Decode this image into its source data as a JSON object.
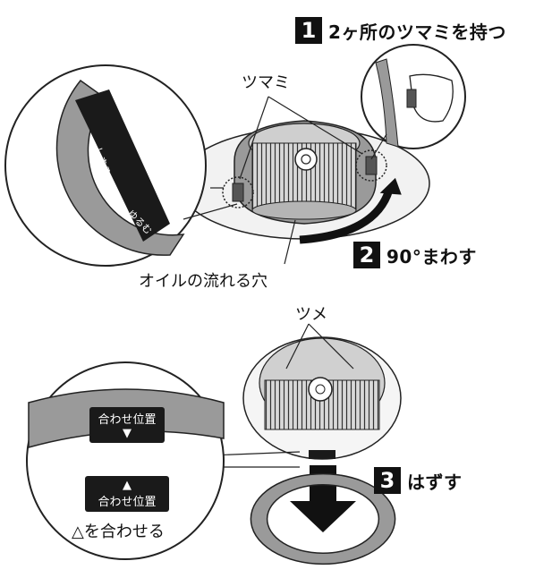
{
  "steps": [
    {
      "number": "1",
      "text": "2ヶ所のツマミを持つ"
    },
    {
      "number": "2",
      "text": "90°まわす"
    },
    {
      "number": "3",
      "text": "はずす"
    }
  ],
  "labels": {
    "knobs": "ツマミ",
    "oil_hole": "オイルの流れる穴",
    "tabs": "ツメ",
    "align_instruction": "△を合わせる"
  },
  "ring_markings": {
    "align_position": "合わせ位置",
    "tighten": "しまる",
    "loosen": "ゆるむ"
  }
}
